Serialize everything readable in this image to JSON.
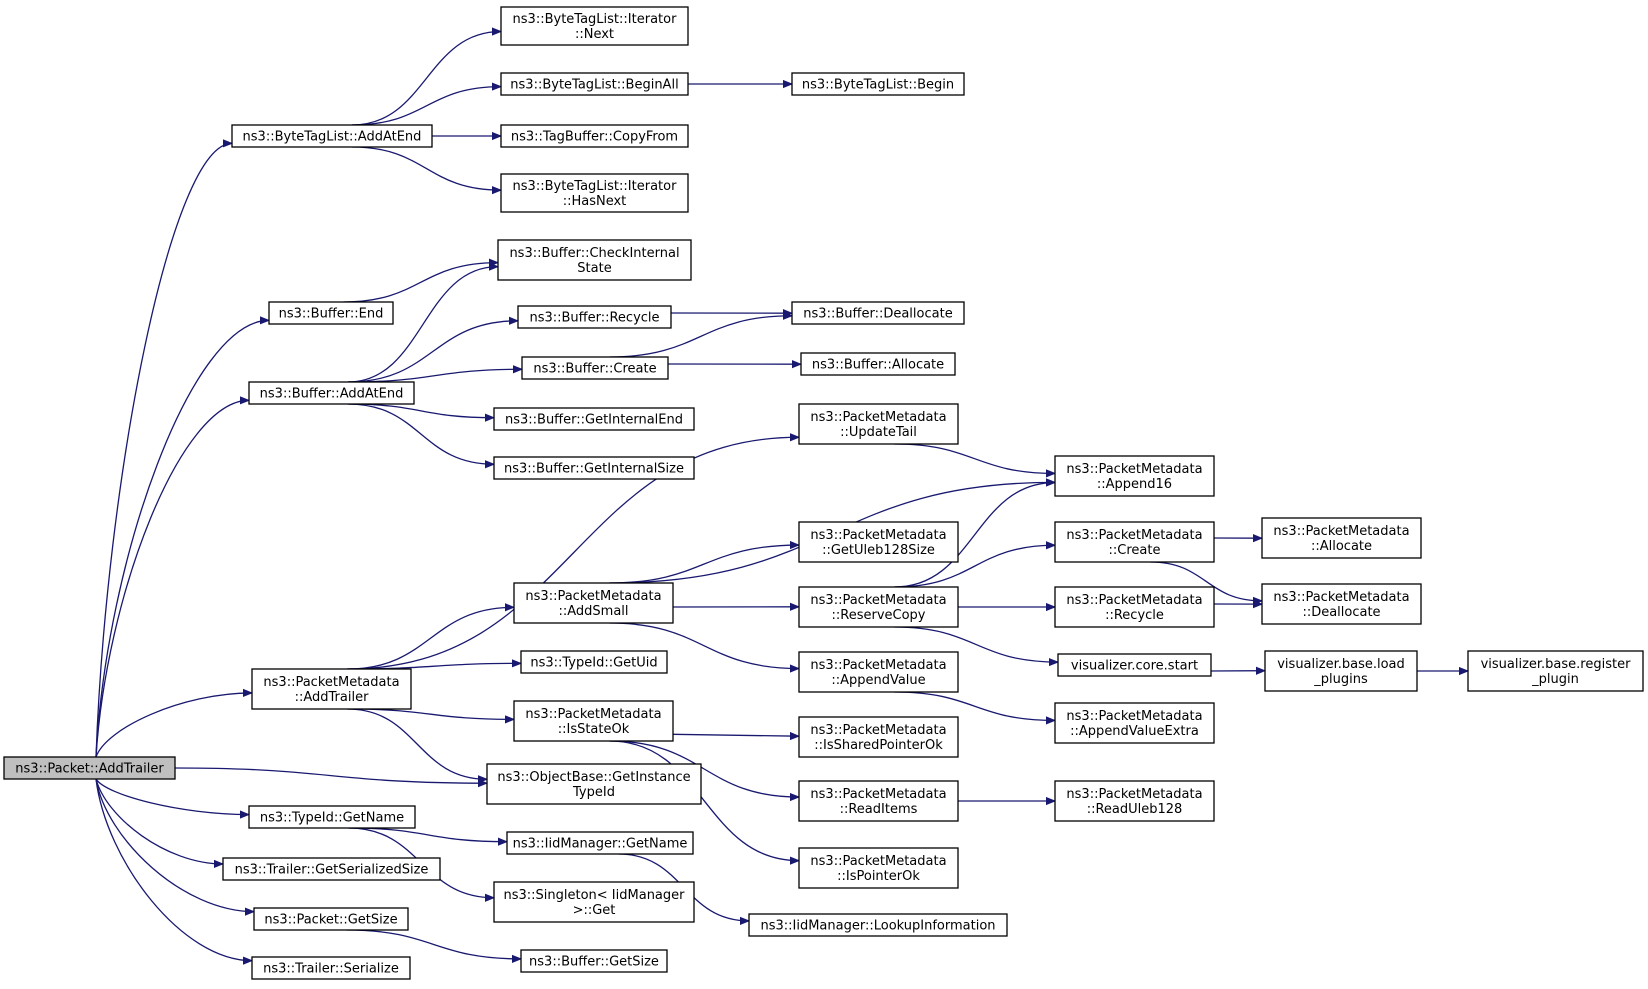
{
  "colors": {
    "edge": "#191970",
    "root_fill": "#bfbfbf",
    "node_fill": "#ffffff",
    "border": "#000000"
  },
  "nodes": [
    {
      "id": "root",
      "lines": [
        "ns3::Packet::AddTrailer"
      ],
      "highlight": true
    },
    {
      "id": "btl_addatend",
      "lines": [
        "ns3::ByteTagList::AddAtEnd"
      ]
    },
    {
      "id": "btl_it_next",
      "lines": [
        "ns3::ByteTagList::Iterator",
        "::Next"
      ]
    },
    {
      "id": "btl_beginall",
      "lines": [
        "ns3::ByteTagList::BeginAll"
      ]
    },
    {
      "id": "btl_begin",
      "lines": [
        "ns3::ByteTagList::Begin"
      ]
    },
    {
      "id": "tb_copyfrom",
      "lines": [
        "ns3::TagBuffer::CopyFrom"
      ]
    },
    {
      "id": "btl_it_hasnext",
      "lines": [
        "ns3::ByteTagList::Iterator",
        "::HasNext"
      ]
    },
    {
      "id": "buf_checkinternal",
      "lines": [
        "ns3::Buffer::CheckInternal",
        "State"
      ]
    },
    {
      "id": "buf_end",
      "lines": [
        "ns3::Buffer::End"
      ]
    },
    {
      "id": "buf_recycle",
      "lines": [
        "ns3::Buffer::Recycle"
      ]
    },
    {
      "id": "buf_deallocate",
      "lines": [
        "ns3::Buffer::Deallocate"
      ]
    },
    {
      "id": "buf_create",
      "lines": [
        "ns3::Buffer::Create"
      ]
    },
    {
      "id": "buf_allocate",
      "lines": [
        "ns3::Buffer::Allocate"
      ]
    },
    {
      "id": "buf_addatend",
      "lines": [
        "ns3::Buffer::AddAtEnd"
      ]
    },
    {
      "id": "buf_getinternalend",
      "lines": [
        "ns3::Buffer::GetInternalEnd"
      ]
    },
    {
      "id": "buf_getinternalsize",
      "lines": [
        "ns3::Buffer::GetInternalSize"
      ]
    },
    {
      "id": "pm_updatetail",
      "lines": [
        "ns3::PacketMetadata",
        "::UpdateTail"
      ]
    },
    {
      "id": "pm_append16",
      "lines": [
        "ns3::PacketMetadata",
        "::Append16"
      ]
    },
    {
      "id": "pm_getuleb128size",
      "lines": [
        "ns3::PacketMetadata",
        "::GetUleb128Size"
      ]
    },
    {
      "id": "pm_create",
      "lines": [
        "ns3::PacketMetadata",
        "::Create"
      ]
    },
    {
      "id": "pm_allocate",
      "lines": [
        "ns3::PacketMetadata",
        "::Allocate"
      ]
    },
    {
      "id": "pm_addsmall",
      "lines": [
        "ns3::PacketMetadata",
        "::AddSmall"
      ]
    },
    {
      "id": "pm_reservecopy",
      "lines": [
        "ns3::PacketMetadata",
        "::ReserveCopy"
      ]
    },
    {
      "id": "pm_recycle",
      "lines": [
        "ns3::PacketMetadata",
        "::Recycle"
      ]
    },
    {
      "id": "pm_deallocate",
      "lines": [
        "ns3::PacketMetadata",
        "::Deallocate"
      ]
    },
    {
      "id": "typeid_getuid",
      "lines": [
        "ns3::TypeId::GetUid"
      ]
    },
    {
      "id": "viz_core_start",
      "lines": [
        "visualizer.core.start"
      ]
    },
    {
      "id": "viz_load_plugins",
      "lines": [
        "visualizer.base.load",
        "_plugins"
      ]
    },
    {
      "id": "viz_register_plugin",
      "lines": [
        "visualizer.base.register",
        "_plugin"
      ]
    },
    {
      "id": "pm_addtrailer",
      "lines": [
        "ns3::PacketMetadata",
        "::AddTrailer"
      ]
    },
    {
      "id": "pm_appendvalue",
      "lines": [
        "ns3::PacketMetadata",
        "::AppendValue"
      ]
    },
    {
      "id": "pm_isstateok",
      "lines": [
        "ns3::PacketMetadata",
        "::IsStateOk"
      ]
    },
    {
      "id": "pm_appendvalueextra",
      "lines": [
        "ns3::PacketMetadata",
        "::AppendValueExtra"
      ]
    },
    {
      "id": "pm_issharedpointerok",
      "lines": [
        "ns3::PacketMetadata",
        "::IsSharedPointerOk"
      ]
    },
    {
      "id": "ob_getinstancetypeid",
      "lines": [
        "ns3::ObjectBase::GetInstance",
        "TypeId"
      ]
    },
    {
      "id": "pm_readitems",
      "lines": [
        "ns3::PacketMetadata",
        "::ReadItems"
      ]
    },
    {
      "id": "pm_readuleb128",
      "lines": [
        "ns3::PacketMetadata",
        "::ReadUleb128"
      ]
    },
    {
      "id": "typeid_getname",
      "lines": [
        "ns3::TypeId::GetName"
      ]
    },
    {
      "id": "iid_getname",
      "lines": [
        "ns3::IidManager::GetName"
      ]
    },
    {
      "id": "trailer_getserializedsize",
      "lines": [
        "ns3::Trailer::GetSerializedSize"
      ]
    },
    {
      "id": "pm_ispointerok",
      "lines": [
        "ns3::PacketMetadata",
        "::IsPointerOk"
      ]
    },
    {
      "id": "singleton_get",
      "lines": [
        "ns3::Singleton< IidManager",
        ">::Get"
      ]
    },
    {
      "id": "packet_getsize",
      "lines": [
        "ns3::Packet::GetSize"
      ]
    },
    {
      "id": "iid_lookupinformation",
      "lines": [
        "ns3::IidManager::LookupInformation"
      ]
    },
    {
      "id": "trailer_serialize",
      "lines": [
        "ns3::Trailer::Serialize"
      ]
    },
    {
      "id": "buf_getsize",
      "lines": [
        "ns3::Buffer::GetSize"
      ]
    }
  ],
  "edges": [
    [
      "root",
      "btl_addatend"
    ],
    [
      "root",
      "buf_end"
    ],
    [
      "root",
      "buf_addatend"
    ],
    [
      "root",
      "pm_addtrailer"
    ],
    [
      "root",
      "ob_getinstancetypeid"
    ],
    [
      "root",
      "typeid_getname"
    ],
    [
      "root",
      "trailer_getserializedsize"
    ],
    [
      "root",
      "packet_getsize"
    ],
    [
      "root",
      "trailer_serialize"
    ],
    [
      "btl_addatend",
      "btl_it_next"
    ],
    [
      "btl_addatend",
      "btl_beginall"
    ],
    [
      "btl_addatend",
      "tb_copyfrom"
    ],
    [
      "btl_addatend",
      "btl_it_hasnext"
    ],
    [
      "btl_beginall",
      "btl_begin"
    ],
    [
      "buf_end",
      "buf_checkinternal"
    ],
    [
      "buf_addatend",
      "buf_checkinternal"
    ],
    [
      "buf_addatend",
      "buf_recycle"
    ],
    [
      "buf_addatend",
      "buf_create"
    ],
    [
      "buf_addatend",
      "buf_getinternalend"
    ],
    [
      "buf_addatend",
      "buf_getinternalsize"
    ],
    [
      "buf_recycle",
      "buf_deallocate"
    ],
    [
      "buf_create",
      "buf_deallocate"
    ],
    [
      "buf_create",
      "buf_allocate"
    ],
    [
      "pm_addtrailer",
      "pm_updatetail"
    ],
    [
      "pm_addtrailer",
      "pm_addsmall"
    ],
    [
      "pm_addtrailer",
      "typeid_getuid"
    ],
    [
      "pm_addtrailer",
      "pm_isstateok"
    ],
    [
      "pm_addtrailer",
      "ob_getinstancetypeid"
    ],
    [
      "pm_updatetail",
      "pm_append16"
    ],
    [
      "pm_addsmall",
      "pm_append16"
    ],
    [
      "pm_addsmall",
      "pm_getuleb128size"
    ],
    [
      "pm_addsmall",
      "pm_reservecopy"
    ],
    [
      "pm_addsmall",
      "pm_appendvalue"
    ],
    [
      "pm_reservecopy",
      "pm_append16"
    ],
    [
      "pm_reservecopy",
      "pm_create"
    ],
    [
      "pm_reservecopy",
      "pm_recycle"
    ],
    [
      "pm_reservecopy",
      "viz_core_start"
    ],
    [
      "pm_create",
      "pm_allocate"
    ],
    [
      "pm_create",
      "pm_deallocate"
    ],
    [
      "pm_recycle",
      "pm_deallocate"
    ],
    [
      "viz_core_start",
      "viz_load_plugins"
    ],
    [
      "viz_load_plugins",
      "viz_register_plugin"
    ],
    [
      "pm_appendvalue",
      "pm_appendvalueextra"
    ],
    [
      "pm_isstateok",
      "pm_issharedpointerok"
    ],
    [
      "pm_isstateok",
      "pm_readitems"
    ],
    [
      "pm_isstateok",
      "pm_ispointerok"
    ],
    [
      "pm_readitems",
      "pm_readuleb128"
    ],
    [
      "typeid_getname",
      "iid_getname"
    ],
    [
      "typeid_getname",
      "singleton_get"
    ],
    [
      "iid_getname",
      "iid_lookupinformation"
    ],
    [
      "packet_getsize",
      "buf_getsize"
    ]
  ]
}
